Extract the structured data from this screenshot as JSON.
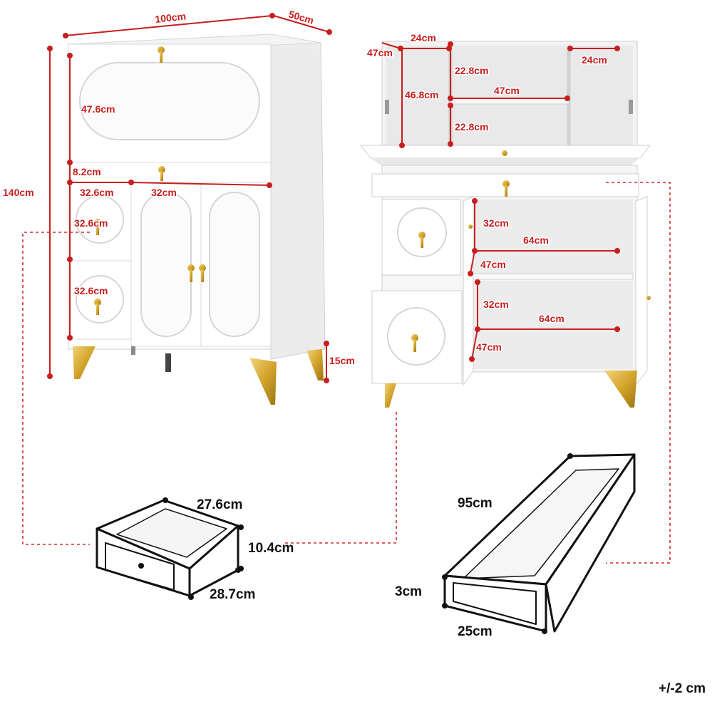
{
  "colors": {
    "cabinet": "#ffffff",
    "cabinet_shade": "#e6e6e6",
    "outline": "#cfcfcf",
    "gold": "#d4a52c",
    "dimension_red": "#c81e1e",
    "guide_red": "#d22b2b",
    "ink": "#111111"
  },
  "closed_view": {
    "width": "100cm",
    "depth": "50cm",
    "height": "140cm",
    "flap_height": "47.6cm",
    "drawer_height": "8.2cm",
    "door_width": "32cm",
    "small_drawer_width": "32.6cm",
    "small_drawer_height_upper": "32.6cm",
    "small_drawer_height_lower": "32.6cm",
    "leg_height": "15cm"
  },
  "open_view": {
    "left_niche_width": "24cm",
    "left_niche_depth": "47cm",
    "right_niche_width": "24cm",
    "top_shelf_height": "22.8cm",
    "niche_height": "46.8cm",
    "center_shelf_width": "47cm",
    "lower_shelf_height": "22.8cm",
    "upper_compartment_height": "32cm",
    "upper_compartment_width": "64cm",
    "upper_compartment_depth": "47cm",
    "lower_compartment_height": "32cm",
    "lower_compartment_width": "64cm",
    "lower_compartment_depth": "47cm"
  },
  "small_drawer": {
    "width": "27.6cm",
    "height": "10.4cm",
    "depth": "28.7cm"
  },
  "long_drawer": {
    "length": "95cm",
    "height": "3cm",
    "depth": "25cm"
  },
  "tolerance": "+/-2 cm"
}
